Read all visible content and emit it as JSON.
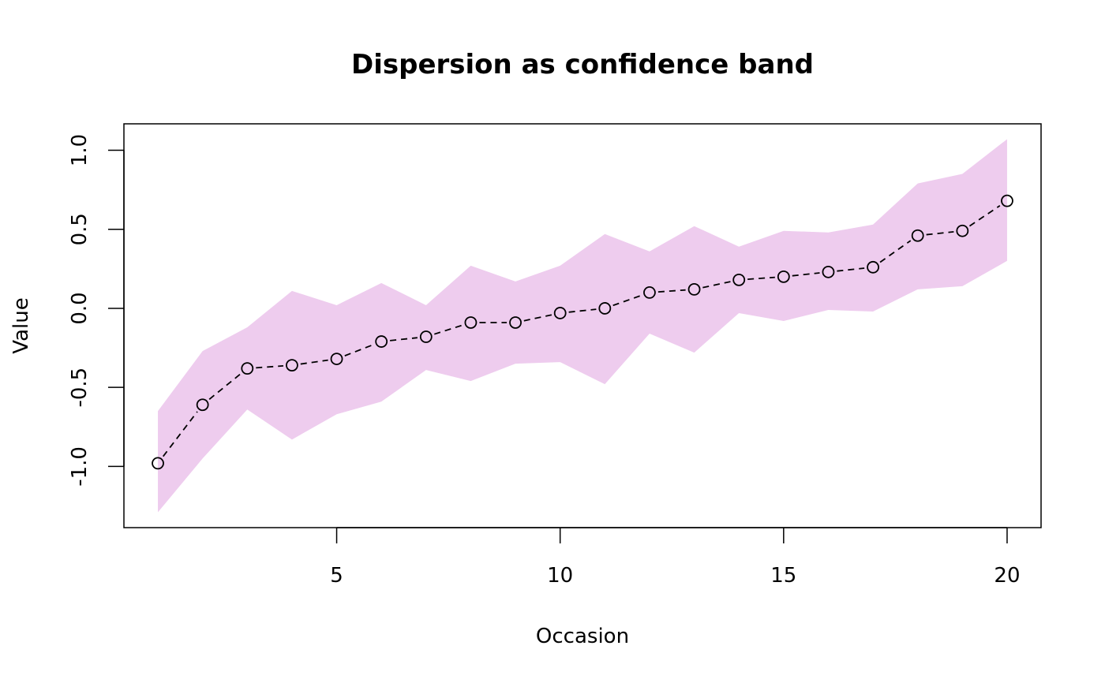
{
  "chart_data": {
    "type": "line",
    "title": "Dispersion as confidence band",
    "xlabel": "Occasion",
    "ylabel": "Value",
    "xlim": [
      0.24,
      20.76
    ],
    "ylim": [
      -1.387,
      1.167
    ],
    "x_ticks": [
      5,
      10,
      15,
      20
    ],
    "x_tick_labels": [
      "5",
      "10",
      "15",
      "20"
    ],
    "y_ticks": [
      -1.0,
      -0.5,
      0.0,
      0.5,
      1.0
    ],
    "y_tick_labels": [
      "-1.0",
      "-0.5",
      "0.0",
      "0.5",
      "1.0"
    ],
    "grid": false,
    "x": [
      1,
      2,
      3,
      4,
      5,
      6,
      7,
      8,
      9,
      10,
      11,
      12,
      13,
      14,
      15,
      16,
      17,
      18,
      19,
      20
    ],
    "series": [
      {
        "name": "mean",
        "style": "dashed line with open circles",
        "values": [
          -0.98,
          -0.61,
          -0.38,
          -0.36,
          -0.32,
          -0.21,
          -0.18,
          -0.09,
          -0.09,
          -0.03,
          0.0,
          0.1,
          0.12,
          0.18,
          0.2,
          0.23,
          0.26,
          0.46,
          0.49,
          0.68
        ]
      },
      {
        "name": "upper",
        "values": [
          -0.65,
          -0.27,
          -0.12,
          0.11,
          0.02,
          0.16,
          0.02,
          0.27,
          0.17,
          0.27,
          0.47,
          0.36,
          0.52,
          0.39,
          0.49,
          0.48,
          0.53,
          0.79,
          0.85,
          1.07
        ]
      },
      {
        "name": "lower",
        "values": [
          -1.29,
          -0.95,
          -0.64,
          -0.83,
          -0.67,
          -0.59,
          -0.39,
          -0.46,
          -0.35,
          -0.34,
          -0.48,
          -0.16,
          -0.28,
          -0.03,
          -0.08,
          -0.01,
          -0.02,
          0.12,
          0.14,
          0.3
        ]
      }
    ],
    "colors": {
      "band": "#EECCEE",
      "line": "#000000"
    }
  }
}
